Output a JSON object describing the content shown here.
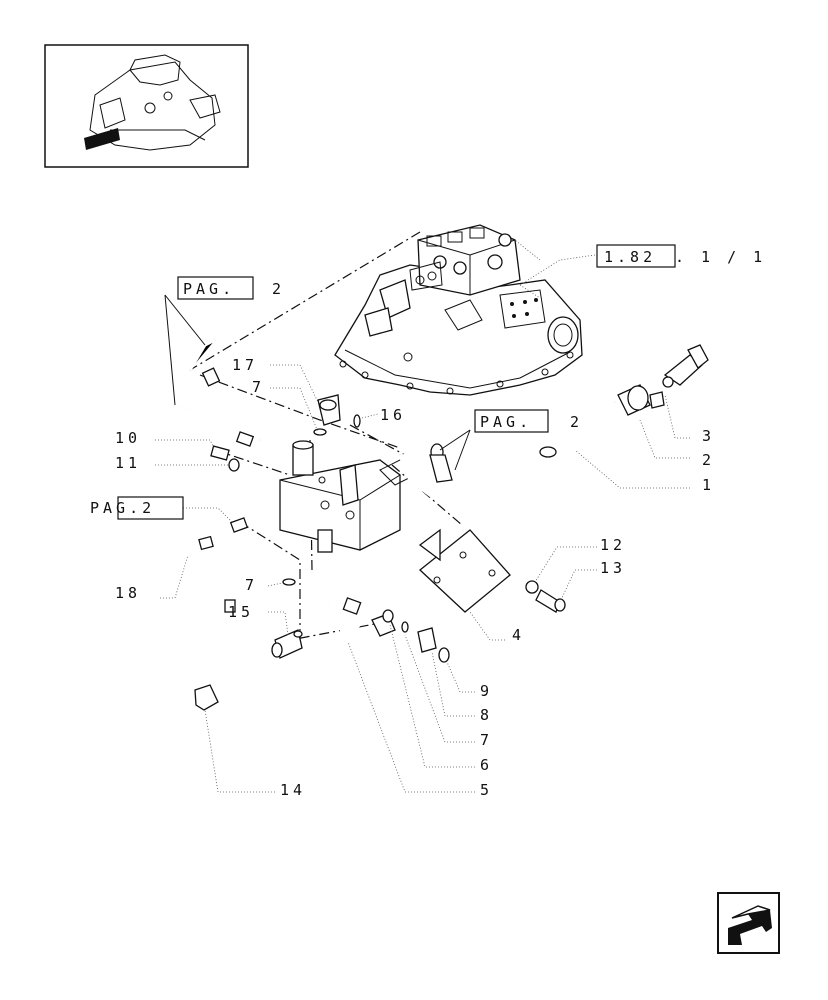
{
  "diagram": {
    "refs": {
      "ref_top_right": "1.82",
      "ref_top_right_suffix": ". 1 / 1",
      "pag_left": "PAG.",
      "pag_left_num": "2",
      "pag_mid": "PAG.",
      "pag_mid_num": "2",
      "pag_lower": "PAG.2"
    },
    "callouts": [
      {
        "id": "c17",
        "text": "17"
      },
      {
        "id": "c7a",
        "text": "7"
      },
      {
        "id": "c16",
        "text": "16"
      },
      {
        "id": "c10",
        "text": "10"
      },
      {
        "id": "c11",
        "text": "11"
      },
      {
        "id": "c3",
        "text": "3"
      },
      {
        "id": "c2",
        "text": "2"
      },
      {
        "id": "c1",
        "text": "1"
      },
      {
        "id": "c18",
        "text": "18"
      },
      {
        "id": "c7b",
        "text": "7"
      },
      {
        "id": "c15",
        "text": "15"
      },
      {
        "id": "c12",
        "text": "12"
      },
      {
        "id": "c13",
        "text": "13"
      },
      {
        "id": "c4",
        "text": "4"
      },
      {
        "id": "c9",
        "text": "9"
      },
      {
        "id": "c8",
        "text": "8"
      },
      {
        "id": "c7c",
        "text": "7"
      },
      {
        "id": "c6",
        "text": "6"
      },
      {
        "id": "c5",
        "text": "5"
      },
      {
        "id": "c14",
        "text": "14"
      }
    ]
  },
  "icons": {
    "thumbnail": "assembly-thumbnail-icon",
    "nav": "previous-page-arrow-icon"
  }
}
